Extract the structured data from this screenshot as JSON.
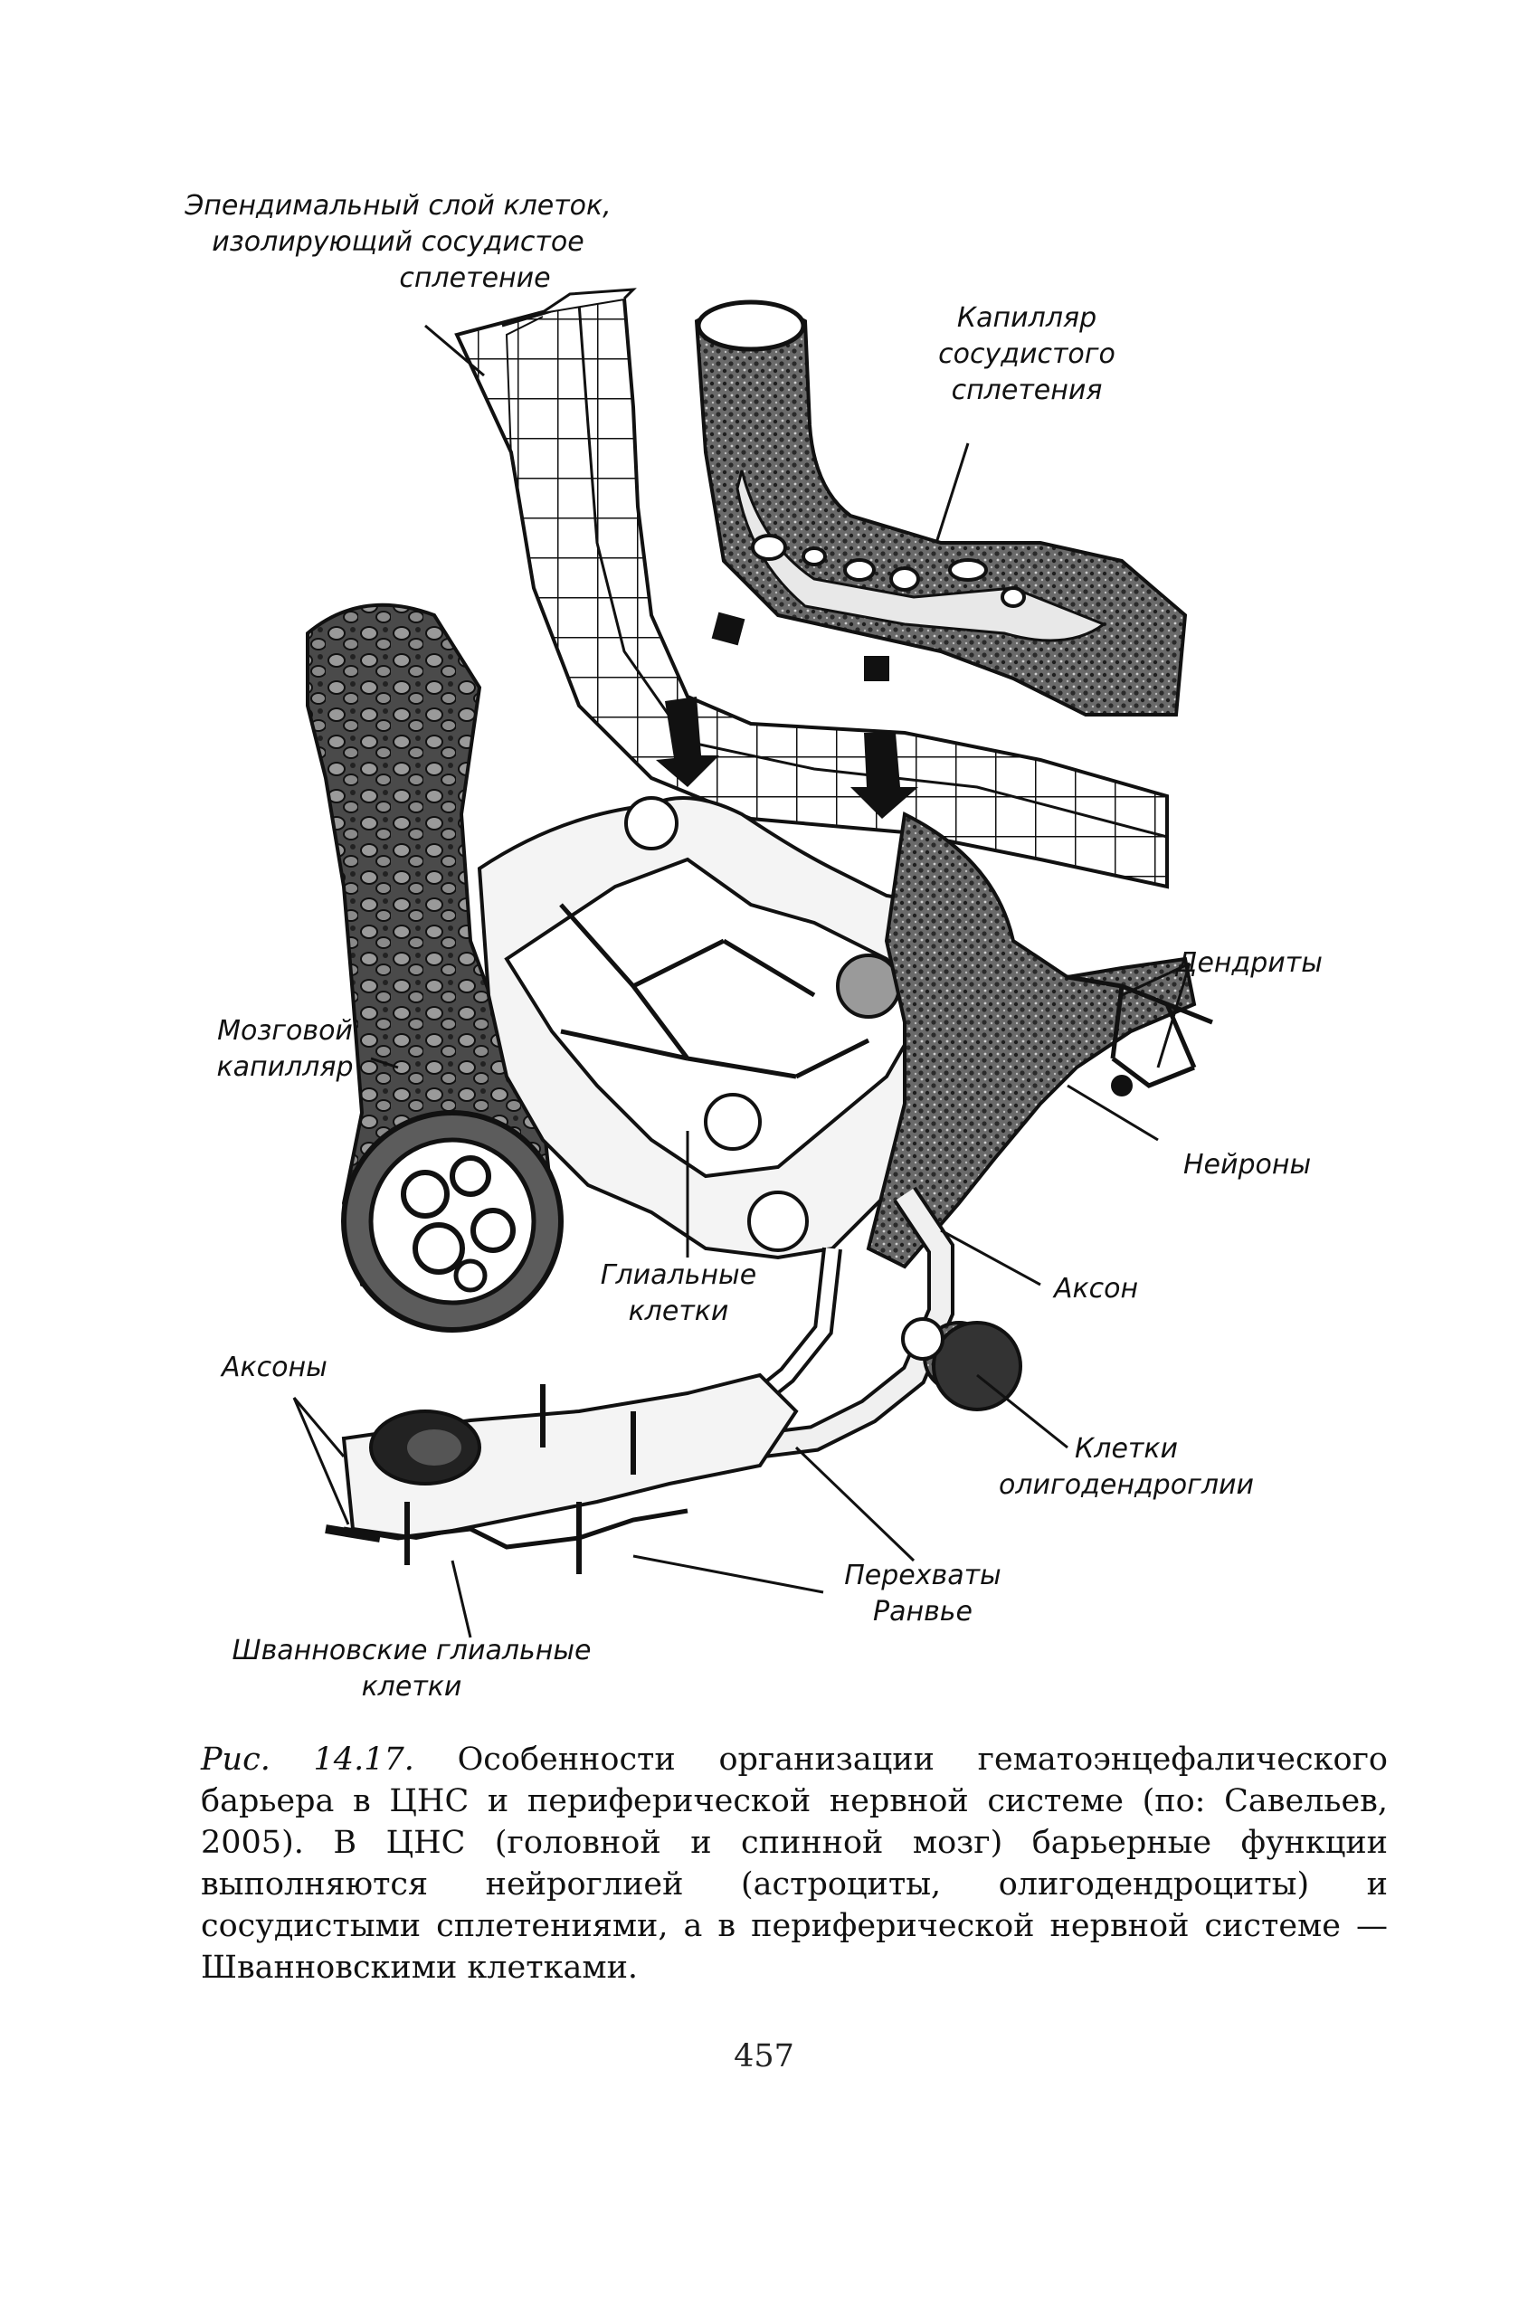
{
  "figure": {
    "labels": {
      "ependymal": [
        "Эпендимальный слой клеток,",
        "изолирующий сосудистое",
        "сплетение"
      ],
      "plexus_capillary": [
        "Капилляр",
        "сосудистого",
        "сплетения"
      ],
      "dendrites": "Дендриты",
      "brain_capillary": [
        "Мозговой",
        "капилляр"
      ],
      "neurons": "Нейроны",
      "glial": [
        "Глиальные",
        "клетки"
      ],
      "axon": "Аксон",
      "axons": "Аксоны",
      "oligodendroglia": [
        "Клетки",
        "олигодендроглии"
      ],
      "ranvier": [
        "Перехваты",
        "Ранвье"
      ],
      "schwann": [
        "Шванновские глиальные",
        "клетки"
      ]
    }
  },
  "caption": {
    "number": "Рис. 14.17.",
    "text": " Особенности организации гематоэнцефалического барьера в ЦНС и периферической нервной системе (по: Савельев, 2005). В ЦНС (головной и спинной мозг) барьерные функции выполняются нейроглией (астроциты, олигодендроциты) и сосудистыми сплетениями, а в периферической нервной системе — Шванновскими клетками."
  },
  "page_number": "457"
}
